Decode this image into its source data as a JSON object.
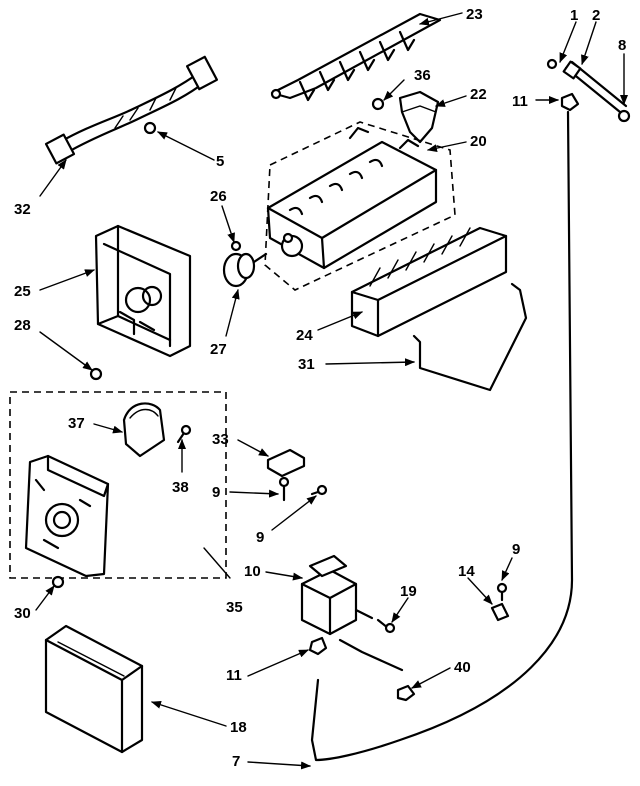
{
  "callouts": [
    {
      "id": "c23",
      "label": "23"
    },
    {
      "id": "c1",
      "label": "1"
    },
    {
      "id": "c2",
      "label": "2"
    },
    {
      "id": "c8",
      "label": "8"
    },
    {
      "id": "c36",
      "label": "36"
    },
    {
      "id": "c22",
      "label": "22"
    },
    {
      "id": "c11a",
      "label": "11"
    },
    {
      "id": "c5",
      "label": "5"
    },
    {
      "id": "c20",
      "label": "20"
    },
    {
      "id": "c32",
      "label": "32"
    },
    {
      "id": "c26",
      "label": "26"
    },
    {
      "id": "c25",
      "label": "25"
    },
    {
      "id": "c24",
      "label": "24"
    },
    {
      "id": "c28",
      "label": "28"
    },
    {
      "id": "c27",
      "label": "27"
    },
    {
      "id": "c31",
      "label": "31"
    },
    {
      "id": "c37",
      "label": "37"
    },
    {
      "id": "c33",
      "label": "33"
    },
    {
      "id": "c38",
      "label": "38"
    },
    {
      "id": "c9a",
      "label": "9"
    },
    {
      "id": "c9b",
      "label": "9"
    },
    {
      "id": "c9c",
      "label": "9"
    },
    {
      "id": "c10",
      "label": "10"
    },
    {
      "id": "c14",
      "label": "14"
    },
    {
      "id": "c19",
      "label": "19"
    },
    {
      "id": "c30",
      "label": "30"
    },
    {
      "id": "c35",
      "label": "35"
    },
    {
      "id": "c11b",
      "label": "11"
    },
    {
      "id": "c40",
      "label": "40"
    },
    {
      "id": "c18",
      "label": "18"
    },
    {
      "id": "c7",
      "label": "7"
    }
  ]
}
